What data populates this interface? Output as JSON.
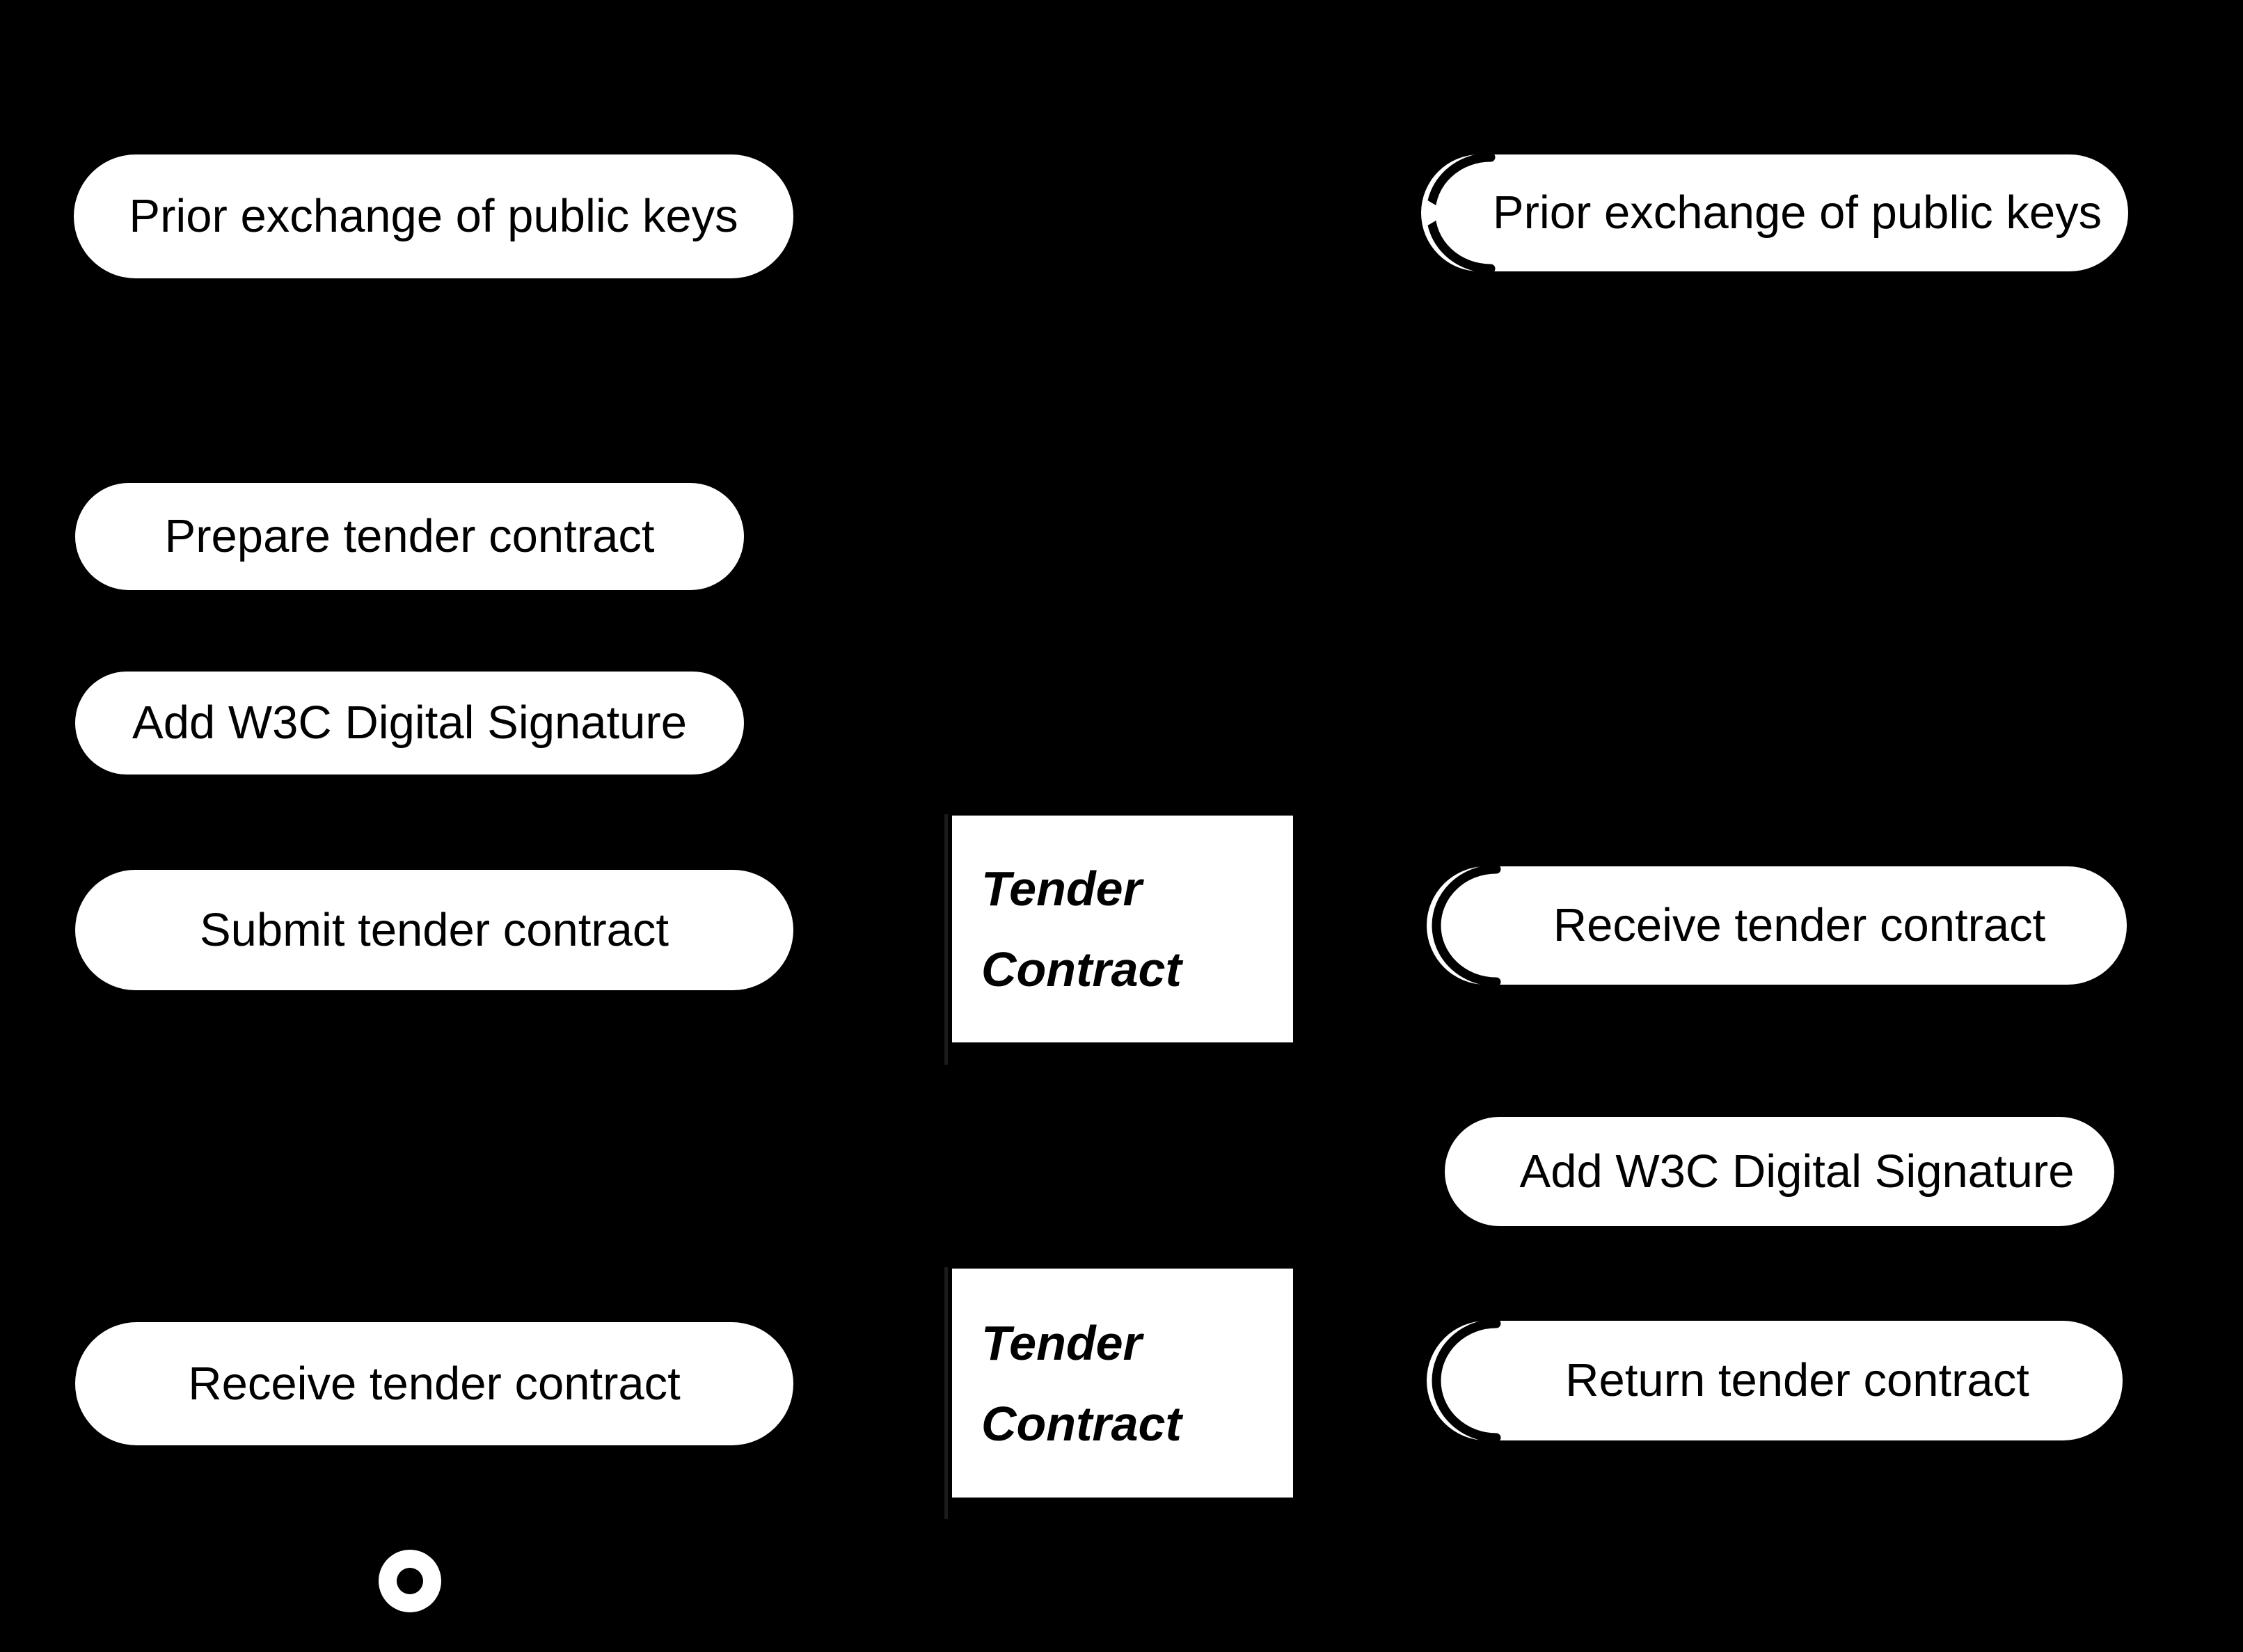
{
  "diagram": {
    "type": "activity-flow",
    "colors": {
      "background": "#000000",
      "node_fill": "#ffffff",
      "node_text": "#000000",
      "arc_mark": "#000000"
    },
    "left_lane": {
      "prior_exchange": "Prior exchange of public keys",
      "prepare": "Prepare tender contract",
      "add_signature": "Add W3C Digital Signature",
      "submit": "Submit tender contract",
      "receive": "Receive tender contract"
    },
    "right_lane": {
      "prior_exchange": "Prior exchange of public keys",
      "receive": "Receive tender contract",
      "add_signature": "Add W3C Digital Signature",
      "return": "Return tender contract"
    },
    "artifacts": {
      "tender_contract": "Tender Contract"
    },
    "end_node": "activity-final"
  }
}
